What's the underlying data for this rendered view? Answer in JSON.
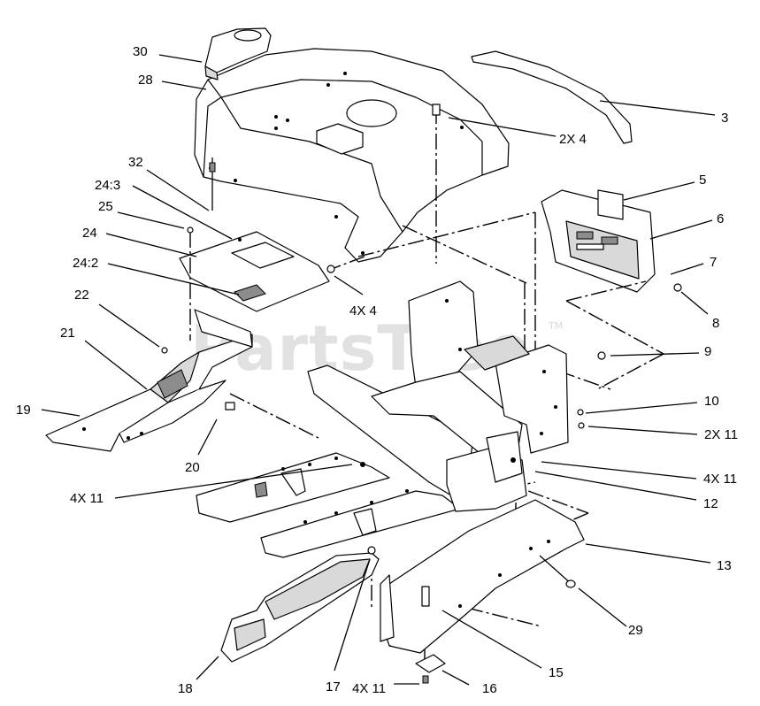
{
  "watermark": {
    "text": "PartsTree",
    "trademark": "TM"
  },
  "callouts": [
    {
      "id": "30",
      "text": "30"
    },
    {
      "id": "28",
      "text": "28"
    },
    {
      "id": "3",
      "text": "3"
    },
    {
      "id": "2x4",
      "text": "2X 4"
    },
    {
      "id": "32",
      "text": "32"
    },
    {
      "id": "24_3",
      "text": "24:3"
    },
    {
      "id": "25",
      "text": "25"
    },
    {
      "id": "24",
      "text": "24"
    },
    {
      "id": "24_2",
      "text": "24:2"
    },
    {
      "id": "22",
      "text": "22"
    },
    {
      "id": "21",
      "text": "21"
    },
    {
      "id": "19",
      "text": "19"
    },
    {
      "id": "20",
      "text": "20"
    },
    {
      "id": "4x4",
      "text": "4X 4"
    },
    {
      "id": "5",
      "text": "5"
    },
    {
      "id": "6",
      "text": "6"
    },
    {
      "id": "7",
      "text": "7"
    },
    {
      "id": "8",
      "text": "8"
    },
    {
      "id": "9",
      "text": "9"
    },
    {
      "id": "10",
      "text": "10"
    },
    {
      "id": "2x11",
      "text": "2X 11"
    },
    {
      "id": "4x11_right",
      "text": "4X 11"
    },
    {
      "id": "12",
      "text": "12"
    },
    {
      "id": "4x11_left",
      "text": "4X 11"
    },
    {
      "id": "13",
      "text": "13"
    },
    {
      "id": "29",
      "text": "29"
    },
    {
      "id": "15",
      "text": "15"
    },
    {
      "id": "18",
      "text": "18"
    },
    {
      "id": "17",
      "text": "17"
    },
    {
      "id": "4x11_bottom",
      "text": "4X 11"
    },
    {
      "id": "16",
      "text": "16"
    }
  ],
  "icons": {
    "hood": "hood-icon",
    "dash-cap": "dash-cap-icon",
    "trim-strip": "trim-strip-icon",
    "decal-panel": "decal-panel-icon",
    "access-cover": "access-cover-icon",
    "left-footrest": "left-footrest-icon",
    "right-footrest": "right-footrest-icon",
    "frame": "frame-icon",
    "fender-support": "fender-support-icon",
    "floor-mat": "floor-mat-icon",
    "bolt": "bolt-icon",
    "nut": "nut-icon"
  }
}
